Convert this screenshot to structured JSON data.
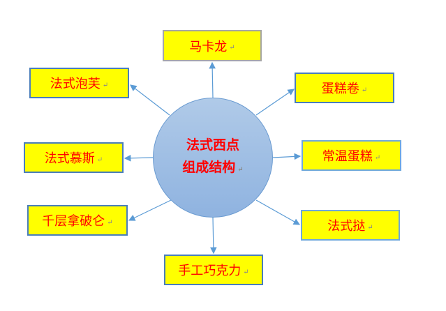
{
  "center": {
    "line1": "法式西点",
    "line2": "组成结构"
  },
  "return_mark": "↵",
  "items": [
    "马卡龙",
    "法式泡芙",
    "蛋糕卷",
    "法式慕斯",
    "常温蛋糕",
    "千层拿破仑",
    "法式挞",
    "手工巧克力"
  ],
  "colors": {
    "box_fill": "#ffff00",
    "text": "#ff0000",
    "arrow": "#5b9bd5",
    "circle": "#9dbde4"
  }
}
